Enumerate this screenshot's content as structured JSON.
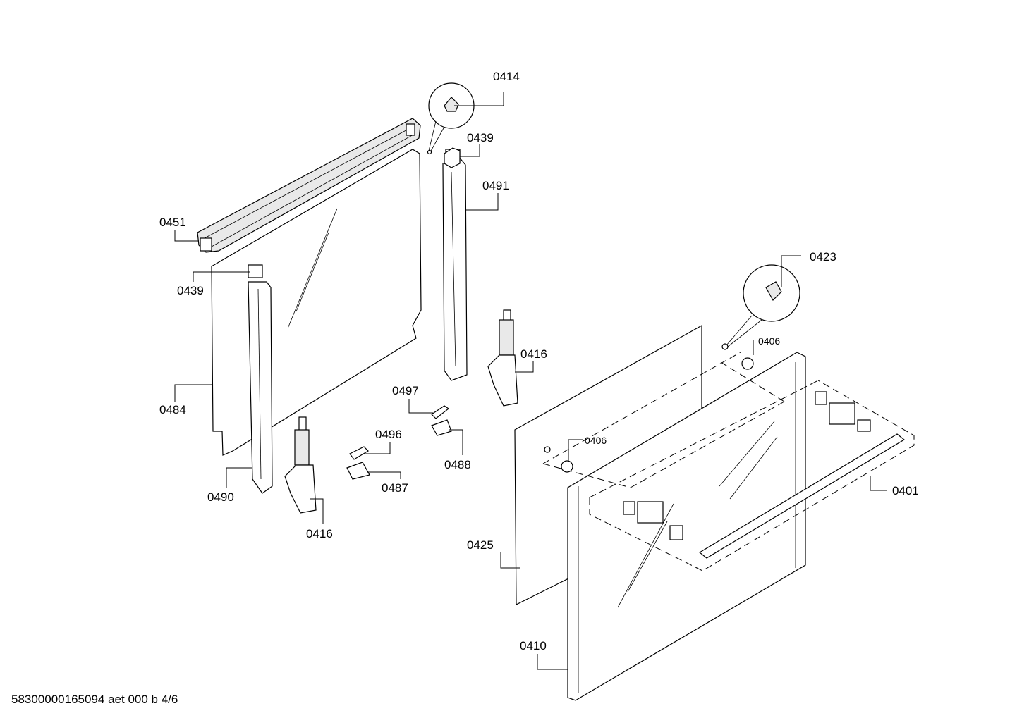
{
  "labels": {
    "p0414": "0414",
    "p0439a": "0439",
    "p0491": "0491",
    "p0451": "0451",
    "p0439b": "0439",
    "p0416a": "0416",
    "p0484": "0484",
    "p0497": "0497",
    "p0496": "0496",
    "p0488": "0488",
    "p0487": "0487",
    "p0490": "0490",
    "p0416b": "0416",
    "p0423": "0423",
    "p0406a": "0406",
    "p0406b": "0406",
    "p0401": "0401",
    "p0425": "0425",
    "p0410": "0410"
  },
  "footer": "58300000165094 aet 000 b 4/6"
}
